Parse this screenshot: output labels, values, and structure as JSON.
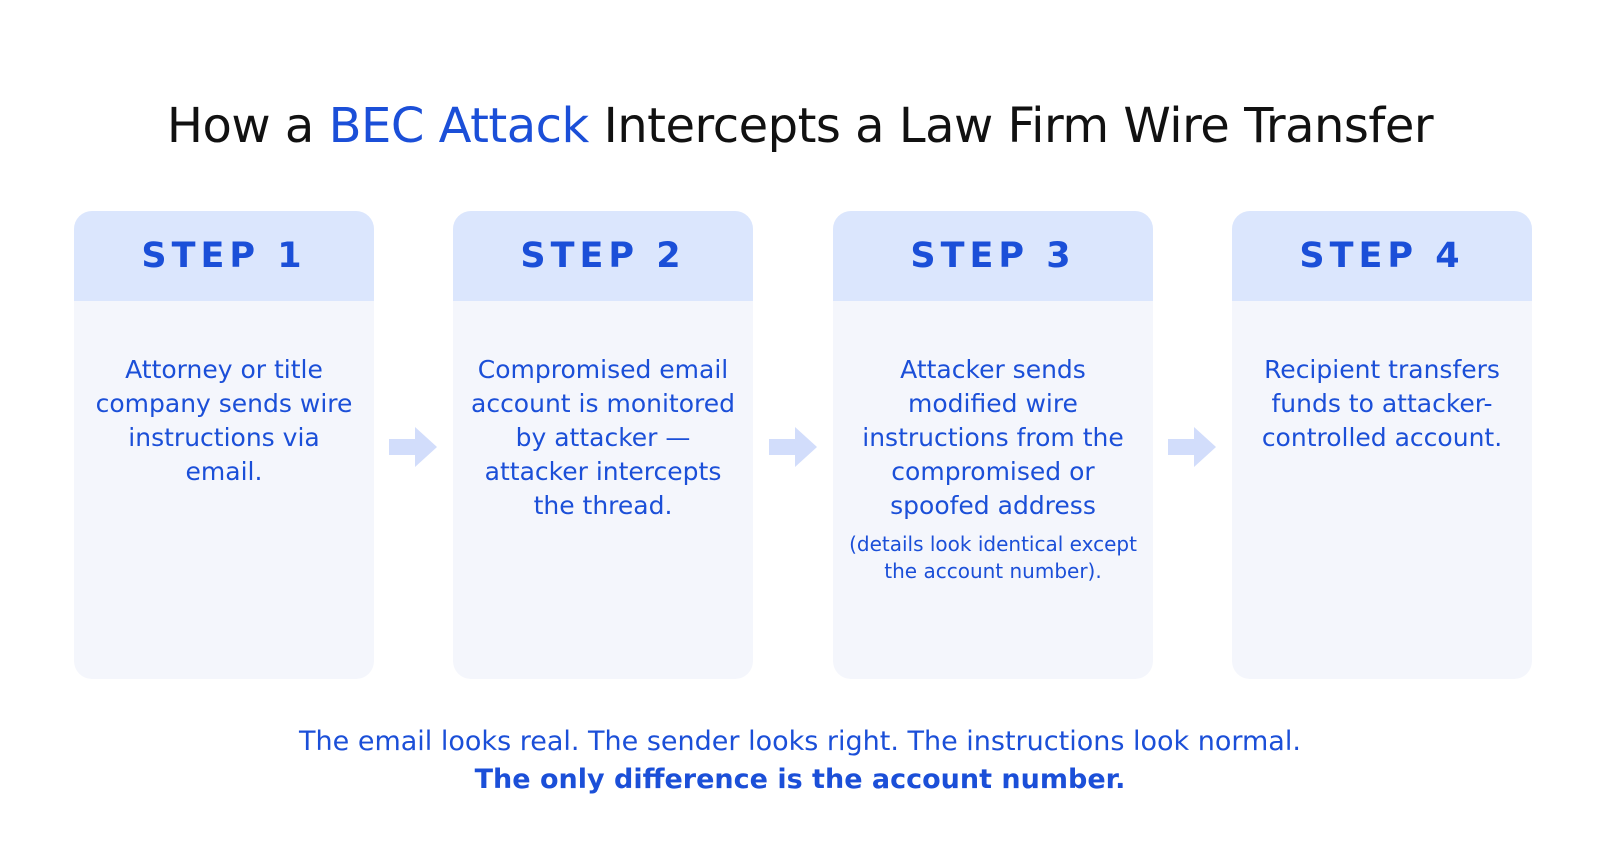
{
  "title": {
    "prefix": "How a ",
    "accent": "BEC Attack",
    "suffix": " Intercepts a Law Firm Wire Transfer"
  },
  "colors": {
    "accent": "#1b4fd8",
    "card_header_bg": "#dbe6fd",
    "card_body_bg": "#f4f6fc",
    "arrow": "#d2ddfb"
  },
  "steps": [
    {
      "label": "STEP 1",
      "text": "Attorney or title company sends wire instructions via email.",
      "note": ""
    },
    {
      "label": "STEP 2",
      "text": "Compromised email account is monitored by attacker — attacker intercepts the thread.",
      "note": ""
    },
    {
      "label": "STEP 3",
      "text": "Attacker sends modified wire instructions from the compromised or spoofed address",
      "note": "(details look identical except the account number)."
    },
    {
      "label": "STEP 4",
      "text": "Recipient transfers funds to attacker-controlled account.",
      "note": ""
    }
  ],
  "footer": {
    "line1": "The email looks real. The sender looks right. The instructions look normal.",
    "line2": "The only difference is the account number."
  }
}
